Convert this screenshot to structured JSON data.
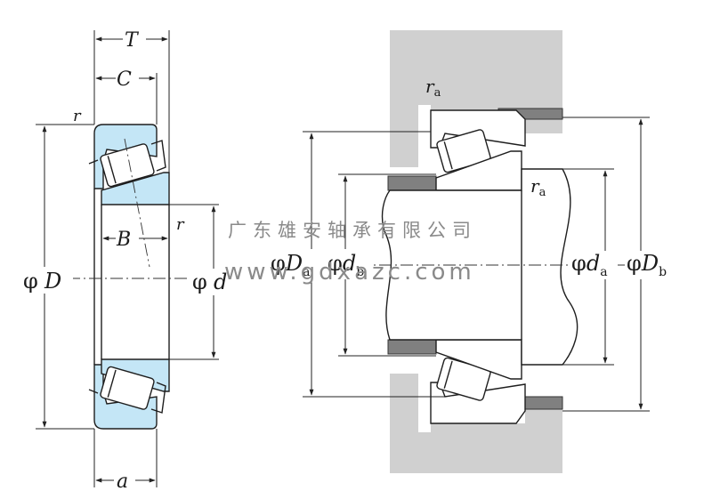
{
  "labels": {
    "T": "T",
    "C": "C",
    "B": "B",
    "r_top": "r",
    "r_bore": "r",
    "D": "D",
    "d": "d",
    "a": "a",
    "ra_top": "r",
    "ra_sub_top": "a",
    "ra_mid": "r",
    "ra_sub_mid": "a",
    "Da": "D",
    "Da_sub": "a",
    "db": "d",
    "db_sub": "b",
    "da": "d",
    "da_sub": "a",
    "Db": "D",
    "Db_sub": "b"
  },
  "symbols": {
    "phi": "φ"
  },
  "watermark": {
    "company": "广东雄安轴承有限公司",
    "website": "www.gdxazc.com"
  },
  "colors": {
    "ring": "#c4e6f6",
    "housing": "#d0d0d0",
    "spacer": "#808080",
    "outline": "#1e1e1e"
  }
}
